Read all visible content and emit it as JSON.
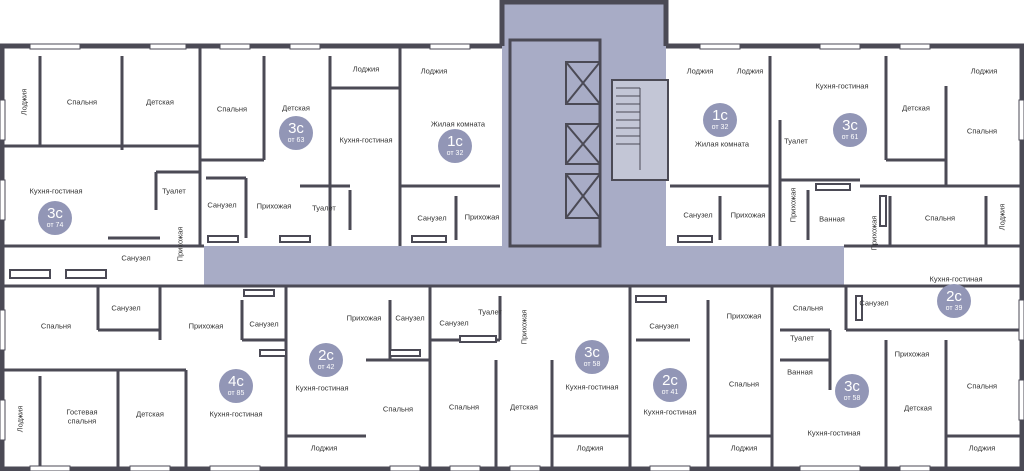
{
  "apartments": [
    {
      "id": "ap1",
      "type": "3с",
      "area": "от 74"
    },
    {
      "id": "ap2",
      "type": "3с",
      "area": "от 63"
    },
    {
      "id": "ap3",
      "type": "1с",
      "area": "от 32"
    },
    {
      "id": "ap4",
      "type": "1с",
      "area": "от 32"
    },
    {
      "id": "ap5",
      "type": "3с",
      "area": "от 61"
    },
    {
      "id": "ap6",
      "type": "2с",
      "area": "от 39"
    },
    {
      "id": "ap7",
      "type": "4с",
      "area": "от 85"
    },
    {
      "id": "ap8",
      "type": "2с",
      "area": "от 42"
    },
    {
      "id": "ap9",
      "type": "3с",
      "area": "от 58"
    },
    {
      "id": "ap10",
      "type": "2с",
      "area": "от 41"
    },
    {
      "id": "ap11",
      "type": "3с",
      "area": "от 58"
    }
  ],
  "rooms": {
    "loggia": "Лоджия",
    "bedroom": "Спальня",
    "kids": "Детская",
    "kitchen": "Кухня-гостиная",
    "toilet": "Туалет",
    "bathroom": "Санузел",
    "hall": "Прихожая",
    "living": "Жилая комната",
    "bath": "Ванная",
    "guest1": "Гостевая",
    "guest2": "спальня"
  },
  "colors": {
    "wall": "#4b4a55",
    "corridor": "#a8acc6",
    "badge": "#9296b6",
    "stairs": "#c3c6d6"
  }
}
